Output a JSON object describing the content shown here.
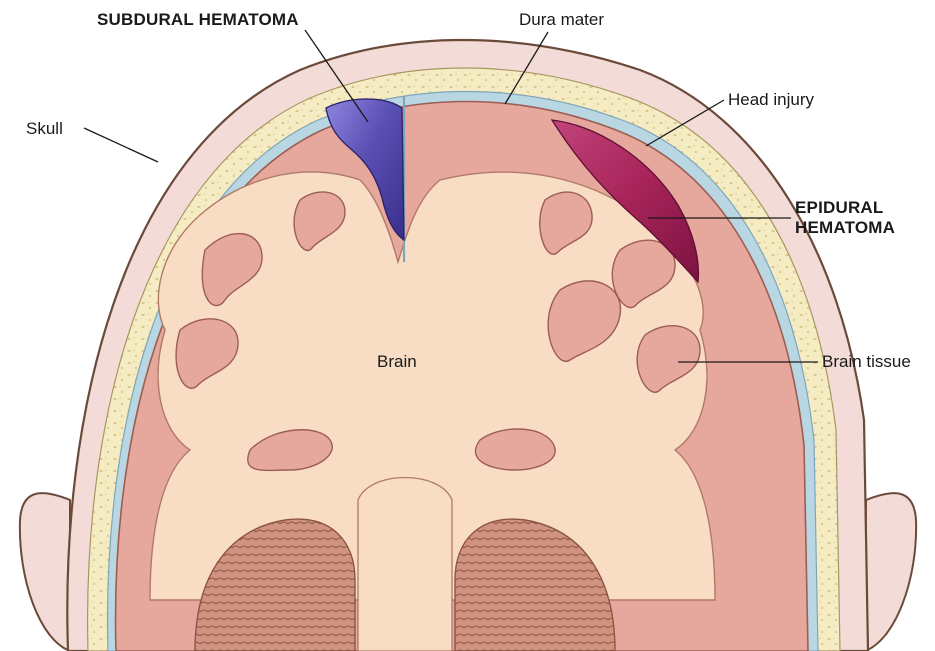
{
  "labels": {
    "subdural_hematoma": "SUBDURAL HEMATOMA",
    "dura_mater": "Dura mater",
    "head_injury": "Head injury",
    "skull": "Skull",
    "epidural_line1": "EPIDURAL",
    "epidural_line2": "HEMATOMA",
    "brain": "Brain",
    "brain_tissue": "Brain tissue"
  },
  "colors": {
    "scalp": "#f3dcd8",
    "scalp_outline": "#6b4a3a",
    "skull_bone": "#f6ecc4",
    "skull_pores": "#d9c88a",
    "dura": "#b9d6e3",
    "cortex": "#e6a79c",
    "white_matter": "#f8ddc4",
    "subdural_blood": "#5a4fb3",
    "epidural_blood": "#a8245a",
    "cerebellum": "#c98a74"
  }
}
